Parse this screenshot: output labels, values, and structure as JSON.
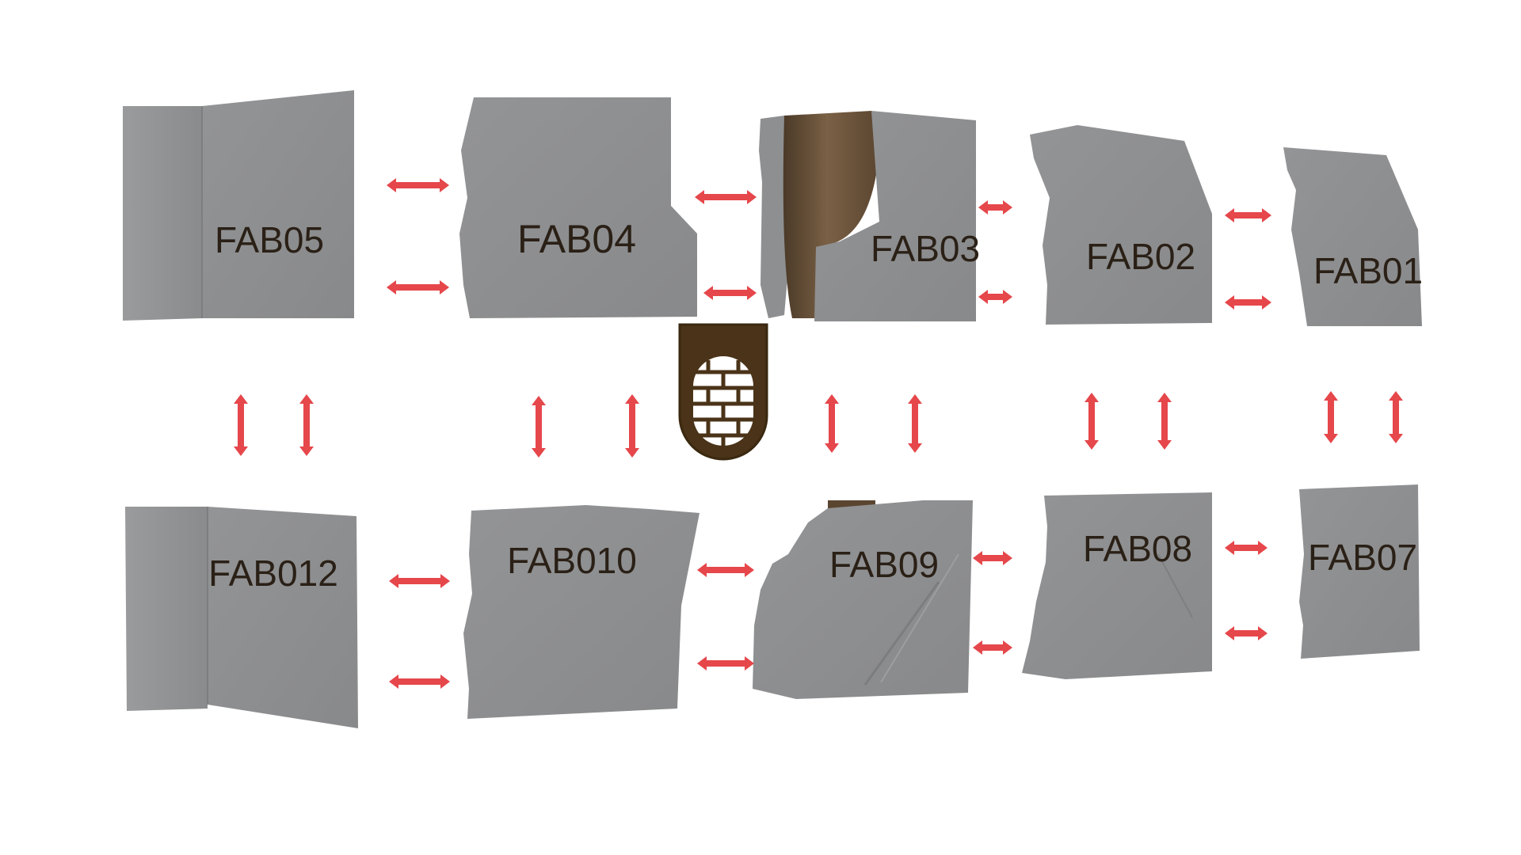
{
  "diagram": {
    "background": "#ffffff",
    "panel_color": "#8e8f91",
    "panel_shade": "#7f8082",
    "arrow_color": "#e5474b",
    "plaster_color": "#6b5134",
    "grille_color": "#4a3318",
    "panels": [
      {
        "id": "fab05",
        "label": "FAB05"
      },
      {
        "id": "fab04",
        "label": "FAB04"
      },
      {
        "id": "fab03",
        "label": "FAB03"
      },
      {
        "id": "fab02",
        "label": "FAB02"
      },
      {
        "id": "fab01",
        "label": "FAB01"
      },
      {
        "id": "fab012",
        "label": "FAB012"
      },
      {
        "id": "fab010",
        "label": "FAB010"
      },
      {
        "id": "fab09",
        "label": "FAB09"
      },
      {
        "id": "fab08",
        "label": "FAB08"
      },
      {
        "id": "fab07",
        "label": "FAB07"
      }
    ],
    "connector": "double-headed-arrow",
    "plan_icon": "arched-window-grille-icon"
  }
}
